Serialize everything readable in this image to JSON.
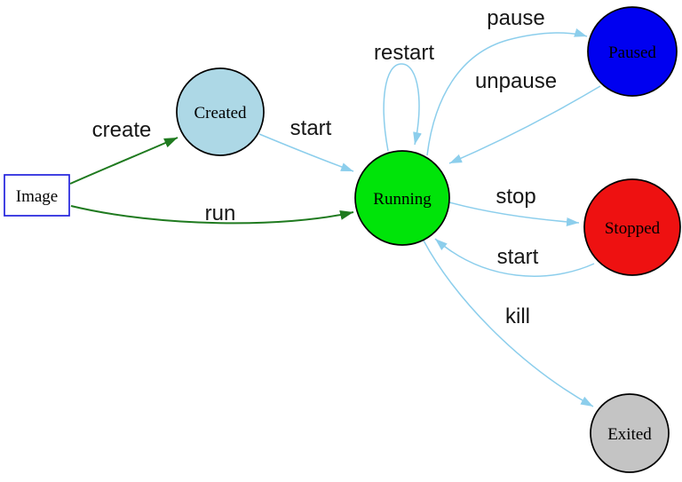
{
  "diagram": {
    "kind": "container-lifecycle-state-diagram"
  },
  "colors": {
    "background": "#ffffff",
    "transition_primary": "#1f7a1f",
    "transition_secondary": "#8cceec",
    "node_border": "#000000",
    "label_color": "#161616"
  },
  "nodes": {
    "image": {
      "label": "Image",
      "shape": "rectangle",
      "fill": "#ffffff",
      "stroke": "#2222dd"
    },
    "created": {
      "label": "Created",
      "shape": "circle",
      "fill": "#add8e6"
    },
    "running": {
      "label": "Running",
      "shape": "circle",
      "fill": "#00e409"
    },
    "paused": {
      "label": "Paused",
      "shape": "circle",
      "fill": "#0000f0"
    },
    "stopped": {
      "label": "Stopped",
      "shape": "circle",
      "fill": "#ee1111"
    },
    "exited": {
      "label": "Exited",
      "shape": "circle",
      "fill": "#c4c4c4"
    }
  },
  "edges": {
    "create": {
      "label": "create",
      "from": "image",
      "to": "created"
    },
    "run": {
      "label": "run",
      "from": "image",
      "to": "running"
    },
    "start_created": {
      "label": "start",
      "from": "created",
      "to": "running"
    },
    "restart": {
      "label": "restart",
      "from": "running",
      "to": "running"
    },
    "pause": {
      "label": "pause",
      "from": "running",
      "to": "paused"
    },
    "unpause": {
      "label": "unpause",
      "from": "paused",
      "to": "running"
    },
    "stop": {
      "label": "stop",
      "from": "running",
      "to": "stopped"
    },
    "start_stopped": {
      "label": "start",
      "from": "stopped",
      "to": "running"
    },
    "kill": {
      "label": "kill",
      "from": "running",
      "to": "exited"
    }
  }
}
